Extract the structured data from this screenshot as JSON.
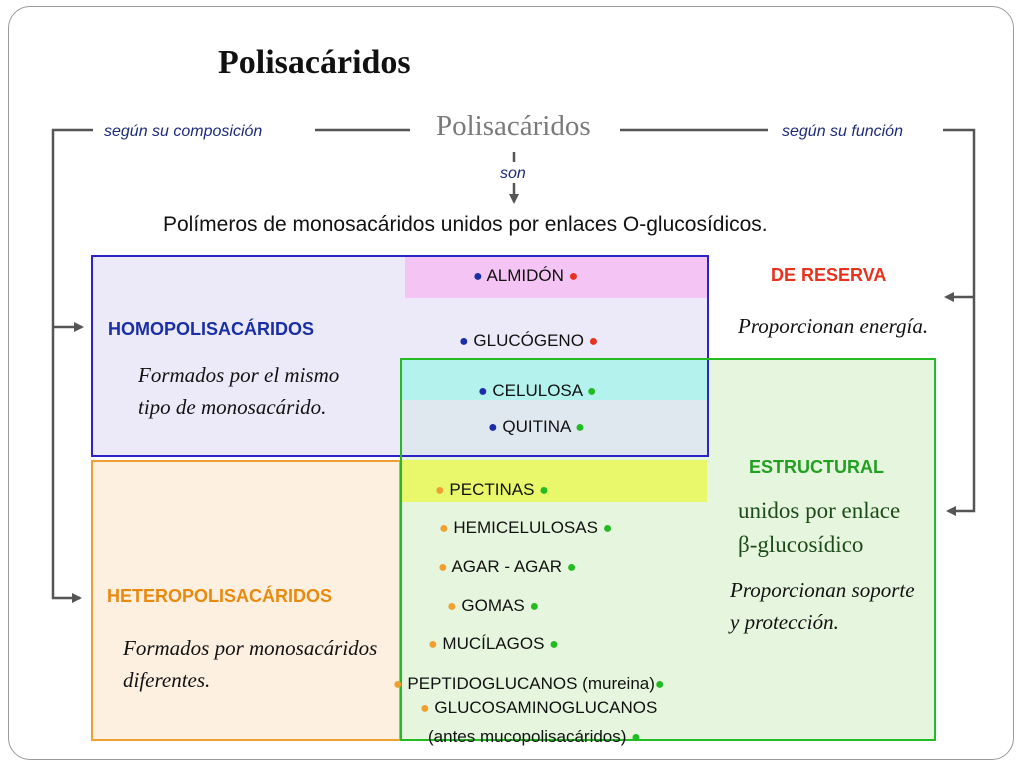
{
  "title": "Polisacáridos",
  "center_title": "Polisacáridos",
  "left_label": "según su composición",
  "right_label": "según su función",
  "verb": "son",
  "definition": "Polímeros de monosacáridos unidos por enlaces O-glucosídicos.",
  "homopolisacaridos": {
    "heading": "HOMOPOLISACÁRIDOS",
    "description_line1": "Formados por el mismo",
    "description_line2": "tipo de monosacárido."
  },
  "heteropolisacaridos": {
    "heading": "HETEROPOLISACÁRIDOS",
    "description_line1": "Formados por monosacáridos",
    "description_line2": "diferentes."
  },
  "reserva": {
    "heading": "DE RESERVA",
    "description": "Proporcionan energía."
  },
  "estructural": {
    "heading": "ESTRUCTURAL",
    "bond_line1": "unidos por enlace",
    "bond_line2": "β-glucosídico",
    "description_line1": "Proporcionan soporte",
    "description_line2": "y protección."
  },
  "items": {
    "almidon": "ALMIDÓN",
    "glucogeno": "GLUCÓGENO",
    "celulosa": "CELULOSA",
    "quitina": "QUITINA",
    "pectinas": "PECTINAS",
    "hemicelulosas": "HEMICELULOSAS",
    "agar": "AGAR - AGAR",
    "gomas": "GOMAS",
    "mucilagos": "MUCÍLAGOS",
    "peptidoglucanos": "PEPTIDOGLUCANOS (mureina)",
    "glucosaminoglucanos_line1": "GLUCOSAMINOGLUCANOS",
    "glucosaminoglucanos_line2": "(antes mucopolisacáridos)"
  },
  "bullet": "●",
  "colors": {
    "homo_border": "#2d24c8",
    "homo_fill": "#eceaf8",
    "hetero_border": "#f0a030",
    "hetero_fill": "#fdf0e0",
    "estructural_border": "#22bb22",
    "estructural_fill": "#e6f6de",
    "overlap_fill": "#dfe8ef",
    "almidon_fill": "#f4c4f4",
    "celulosa_fill": "#b4f2ee",
    "pectinas_fill": "#e8f86a",
    "homo_text": "#1a2fa6",
    "hetero_text": "#e88a10",
    "reserva_text": "#e8321e",
    "estructural_text": "#22a022",
    "bullet_blue": "#1a2fa6",
    "bullet_red": "#e8321e",
    "bullet_green": "#22bb22",
    "bullet_orange": "#f0a030"
  }
}
